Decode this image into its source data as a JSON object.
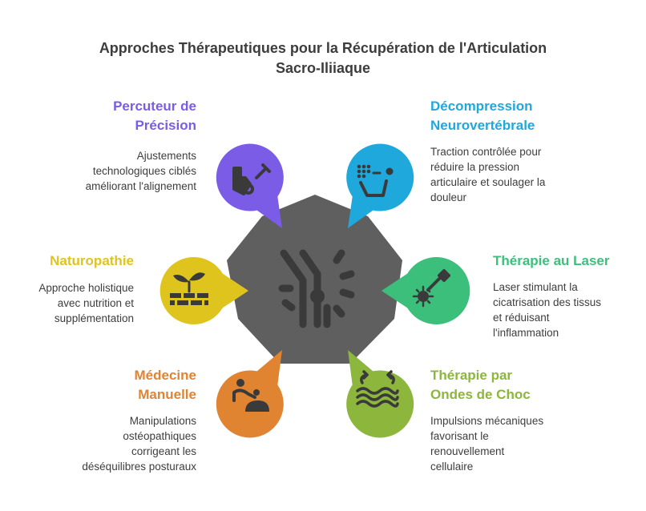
{
  "title": {
    "line1": "Approches Thérapeutiques pour la Récupération de l'Articulation",
    "line2": "Sacro-Iliiaque"
  },
  "center": {
    "icon": "joint-icon",
    "color": "#5f5f5f"
  },
  "items": [
    {
      "id": "percuteur",
      "label_lines": [
        "Percuteur de",
        "Précision"
      ],
      "desc_lines": [
        "Ajustements",
        "technologiques ciblés",
        "améliorant l'alignement"
      ],
      "color": "#7a5ce6",
      "icon": "percussion-tool-icon"
    },
    {
      "id": "decompression",
      "label_lines": [
        "Décompression",
        "Neurovertébrale"
      ],
      "desc_lines": [
        "Traction contrôlée pour",
        "réduire la pression",
        "articulaire et soulager la",
        "douleur"
      ],
      "color": "#1fa8dc",
      "icon": "decompression-chair-icon"
    },
    {
      "id": "laser",
      "label_lines": [
        "Thérapie au Laser"
      ],
      "desc_lines": [
        "Laser stimulant la",
        "cicatrisation des tissus",
        "et réduisant",
        "l'inflammation"
      ],
      "color": "#3dbf7c",
      "icon": "laser-icon"
    },
    {
      "id": "ondes",
      "label_lines": [
        "Thérapie par",
        "Ondes de Choc"
      ],
      "desc_lines": [
        "Impulsions mécaniques",
        "favorisant le",
        "renouvellement",
        "cellulaire"
      ],
      "color": "#8cb63c",
      "icon": "shockwave-icon"
    },
    {
      "id": "medecine",
      "label_lines": [
        "Médecine",
        "Manuelle"
      ],
      "desc_lines": [
        "Manipulations",
        "ostéopathiques",
        "corrigeant les",
        "déséquilibres posturaux"
      ],
      "color": "#e08432",
      "icon": "manual-therapy-icon"
    },
    {
      "id": "naturo",
      "label_lines": [
        "Naturopathie"
      ],
      "desc_lines": [
        "Approche holistique",
        "avec nutrition et",
        "supplémentation"
      ],
      "color": "#e0c41e",
      "icon": "plant-sprout-icon"
    }
  ]
}
